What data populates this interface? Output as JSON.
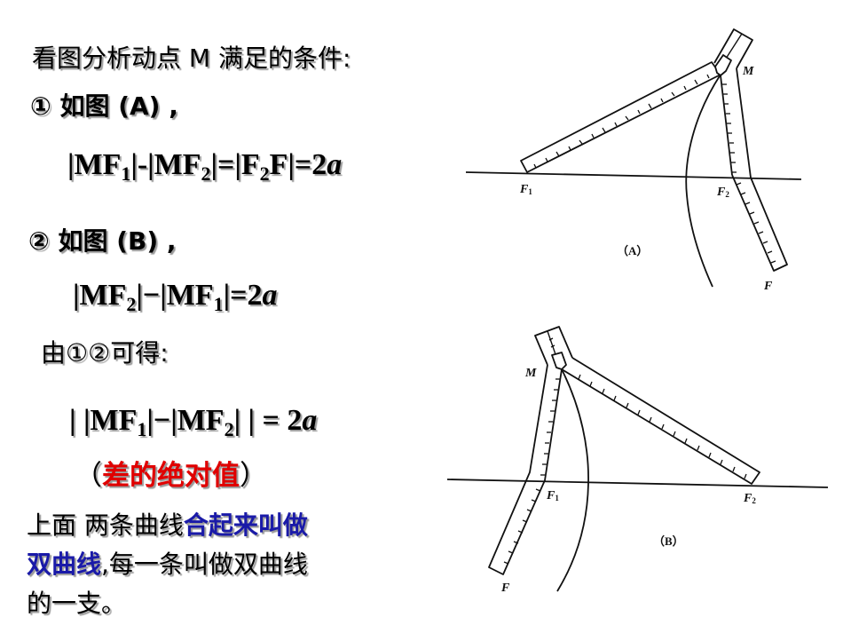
{
  "slide": {
    "heading": "看图分析动点 M 满足的条件:",
    "case1": {
      "label": "① 如图 (A) ,",
      "eq": {
        "p1": "|MF",
        "s1": "1",
        "p2": "|-|MF",
        "s2": "2",
        "p3": "|=|F",
        "s3": "2",
        "p4": "F|=2",
        "var": "a"
      }
    },
    "case2": {
      "label": "② 如图 (B) ,",
      "eq": {
        "p1": "|MF",
        "s1": "2",
        "p2": "|−|MF",
        "s2": "1",
        "p3": "|=2",
        "var": "a"
      }
    },
    "conclusion_label": "由①②可得:",
    "combined_eq": {
      "p1": "| |MF",
      "s1": "1",
      "p2": "|−|MF",
      "s2": "2",
      "p3": "| | = 2",
      "var": "a"
    },
    "note": {
      "open": "（",
      "text": "差的绝对值",
      "close": "）"
    },
    "definition": {
      "part1": "上面  两条曲线",
      "highlight1": "合起来叫做",
      "highlight2": "双曲线",
      "part2": ",每一条叫做双曲线",
      "part3": "的一支。"
    },
    "colors": {
      "text": "#000000",
      "emphasis_red": "#e00000",
      "emphasis_blue": "#1a1aa8",
      "shadow": "#9a9a9a"
    }
  },
  "figure_a": {
    "caption": "（A）",
    "labels": {
      "f1": "F",
      "f1_sub": "1",
      "f2": "F",
      "f2_sub": "2",
      "m": "M",
      "f": "F"
    }
  },
  "figure_b": {
    "caption": "（B）",
    "labels": {
      "f1": "F",
      "f1_sub": "1",
      "f2": "F",
      "f2_sub": "2",
      "m": "M",
      "f": "F"
    }
  }
}
